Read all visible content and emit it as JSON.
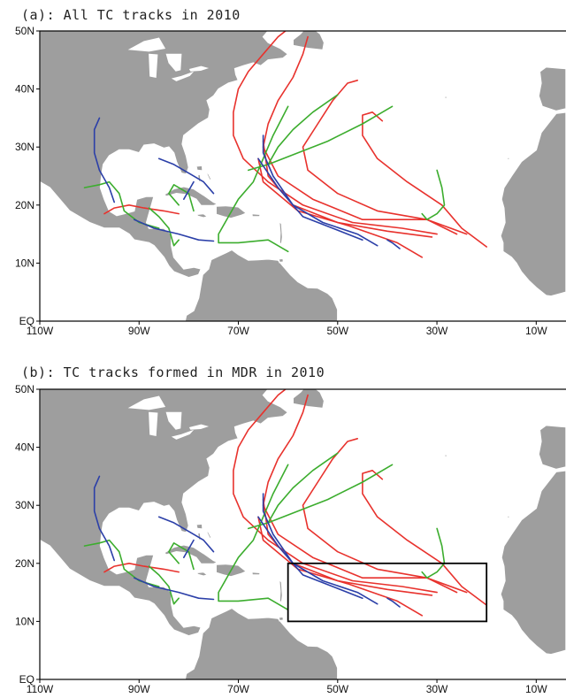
{
  "panels": [
    {
      "id": "a",
      "title": "(a): All TC tracks in 2010"
    },
    {
      "id": "b",
      "title": "(b): TC tracks formed in MDR in 2010"
    }
  ],
  "axes": {
    "x_ticks": [
      "110W",
      "90W",
      "70W",
      "50W",
      "30W",
      "10W"
    ],
    "y_ticks": [
      "EQ",
      "10N",
      "20N",
      "30N",
      "40N",
      "50N"
    ]
  },
  "colors": {
    "land": "#9e9e9e",
    "ocean": "#ffffff",
    "track_red": "#e8322d",
    "track_green": "#3cad2e",
    "track_blue": "#2b3fa8",
    "mdr_box": "#000000"
  },
  "map_data": {
    "lon_range": [
      -110,
      -4
    ],
    "lat_range": [
      0,
      50
    ],
    "mdr_box": {
      "lon": [
        -60,
        -20
      ],
      "lat": [
        10,
        20
      ]
    },
    "tracks": {
      "red": [
        [
          [
            -59,
            51
          ],
          [
            -62,
            49
          ],
          [
            -65,
            46
          ],
          [
            -68,
            43
          ],
          [
            -70,
            40
          ],
          [
            -71,
            36
          ],
          [
            -71,
            32
          ],
          [
            -69,
            28
          ],
          [
            -64,
            24
          ],
          [
            -57,
            20
          ],
          [
            -47,
            17
          ],
          [
            -37,
            16
          ],
          [
            -30,
            15
          ]
        ],
        [
          [
            -56,
            49
          ],
          [
            -57,
            46
          ],
          [
            -59,
            42
          ],
          [
            -62,
            38
          ],
          [
            -64,
            34
          ],
          [
            -65,
            30
          ],
          [
            -62,
            25
          ],
          [
            -55,
            21
          ],
          [
            -45,
            17.5
          ],
          [
            -32,
            17.5
          ],
          [
            -26,
            15
          ]
        ],
        [
          [
            -46,
            41.5
          ],
          [
            -48,
            41
          ],
          [
            -51,
            38
          ],
          [
            -54,
            34
          ],
          [
            -57,
            30
          ],
          [
            -56,
            26
          ],
          [
            -50,
            22
          ],
          [
            -42,
            19
          ],
          [
            -32,
            17.5
          ],
          [
            -24,
            15
          ]
        ],
        [
          [
            -41,
            34.5
          ],
          [
            -43,
            36
          ],
          [
            -45,
            35.5
          ],
          [
            -45,
            32
          ],
          [
            -42,
            28
          ],
          [
            -36,
            24
          ],
          [
            -29,
            20
          ],
          [
            -25,
            16
          ],
          [
            -20,
            12.8
          ]
        ],
        [
          [
            -65,
            31
          ],
          [
            -64,
            25
          ],
          [
            -59,
            20
          ],
          [
            -50,
            17
          ],
          [
            -40,
            15.5
          ],
          [
            -31,
            14.5
          ]
        ],
        [
          [
            -66,
            28
          ],
          [
            -65,
            24
          ],
          [
            -58,
            19
          ],
          [
            -48,
            16.5
          ],
          [
            -38,
            13.5
          ],
          [
            -33,
            11
          ]
        ],
        [
          [
            -97,
            18.5
          ],
          [
            -95,
            19.5
          ],
          [
            -92,
            20
          ],
          [
            -89,
            19.5
          ],
          [
            -85,
            19
          ],
          [
            -82,
            18.5
          ]
        ]
      ],
      "green": [
        [
          [
            -50,
            39
          ],
          [
            -55,
            36
          ],
          [
            -59,
            33
          ],
          [
            -62,
            30
          ],
          [
            -64,
            27
          ],
          [
            -68,
            26
          ]
        ],
        [
          [
            -39,
            37
          ],
          [
            -45,
            34
          ],
          [
            -52,
            31
          ],
          [
            -58,
            29
          ],
          [
            -64,
            27
          ]
        ],
        [
          [
            -30,
            26
          ],
          [
            -29,
            23
          ],
          [
            -28.5,
            20
          ],
          [
            -30,
            18.5
          ],
          [
            -32,
            17.5
          ],
          [
            -33,
            18.5
          ]
        ],
        [
          [
            -60,
            37
          ],
          [
            -63,
            32
          ],
          [
            -65,
            28
          ],
          [
            -67,
            24
          ],
          [
            -70,
            21
          ],
          [
            -72,
            18
          ],
          [
            -74,
            15
          ],
          [
            -74,
            13.5
          ],
          [
            -70,
            13.5
          ],
          [
            -64,
            14
          ],
          [
            -60,
            12
          ]
        ],
        [
          [
            -101,
            23
          ],
          [
            -98,
            23.5
          ],
          [
            -96,
            24
          ],
          [
            -94,
            22
          ],
          [
            -93,
            19
          ],
          [
            -90,
            17
          ],
          [
            -86,
            16
          ]
        ],
        [
          [
            -88,
            19.5
          ],
          [
            -86,
            18
          ],
          [
            -84,
            16
          ],
          [
            -83,
            13
          ],
          [
            -82,
            14
          ]
        ],
        [
          [
            -79,
            19
          ],
          [
            -80,
            22
          ],
          [
            -83,
            23.5
          ],
          [
            -84,
            22
          ],
          [
            -82,
            20
          ]
        ]
      ],
      "blue": [
        [
          [
            -98,
            35
          ],
          [
            -99,
            33
          ],
          [
            -99,
            29
          ],
          [
            -98,
            26
          ],
          [
            -96,
            23
          ],
          [
            -95,
            20.5
          ]
        ],
        [
          [
            -86,
            28
          ],
          [
            -83,
            27
          ],
          [
            -80,
            25.5
          ],
          [
            -77,
            24
          ],
          [
            -75,
            22
          ]
        ],
        [
          [
            -81,
            21
          ],
          [
            -80,
            22.5
          ],
          [
            -79,
            24
          ]
        ],
        [
          [
            -91,
            17.5
          ],
          [
            -87,
            16
          ],
          [
            -82,
            15
          ],
          [
            -78,
            14
          ],
          [
            -75,
            13.8
          ]
        ],
        [
          [
            -65,
            32
          ],
          [
            -65,
            29
          ],
          [
            -63,
            25
          ],
          [
            -59,
            20
          ],
          [
            -53,
            17
          ],
          [
            -46,
            15
          ],
          [
            -42,
            13
          ]
        ],
        [
          [
            -66,
            28
          ],
          [
            -62,
            23
          ],
          [
            -57,
            18
          ],
          [
            -51,
            16
          ],
          [
            -45,
            14
          ]
        ],
        [
          [
            -40,
            14
          ],
          [
            -39,
            13.5
          ],
          [
            -37.5,
            12.5
          ]
        ]
      ]
    }
  }
}
